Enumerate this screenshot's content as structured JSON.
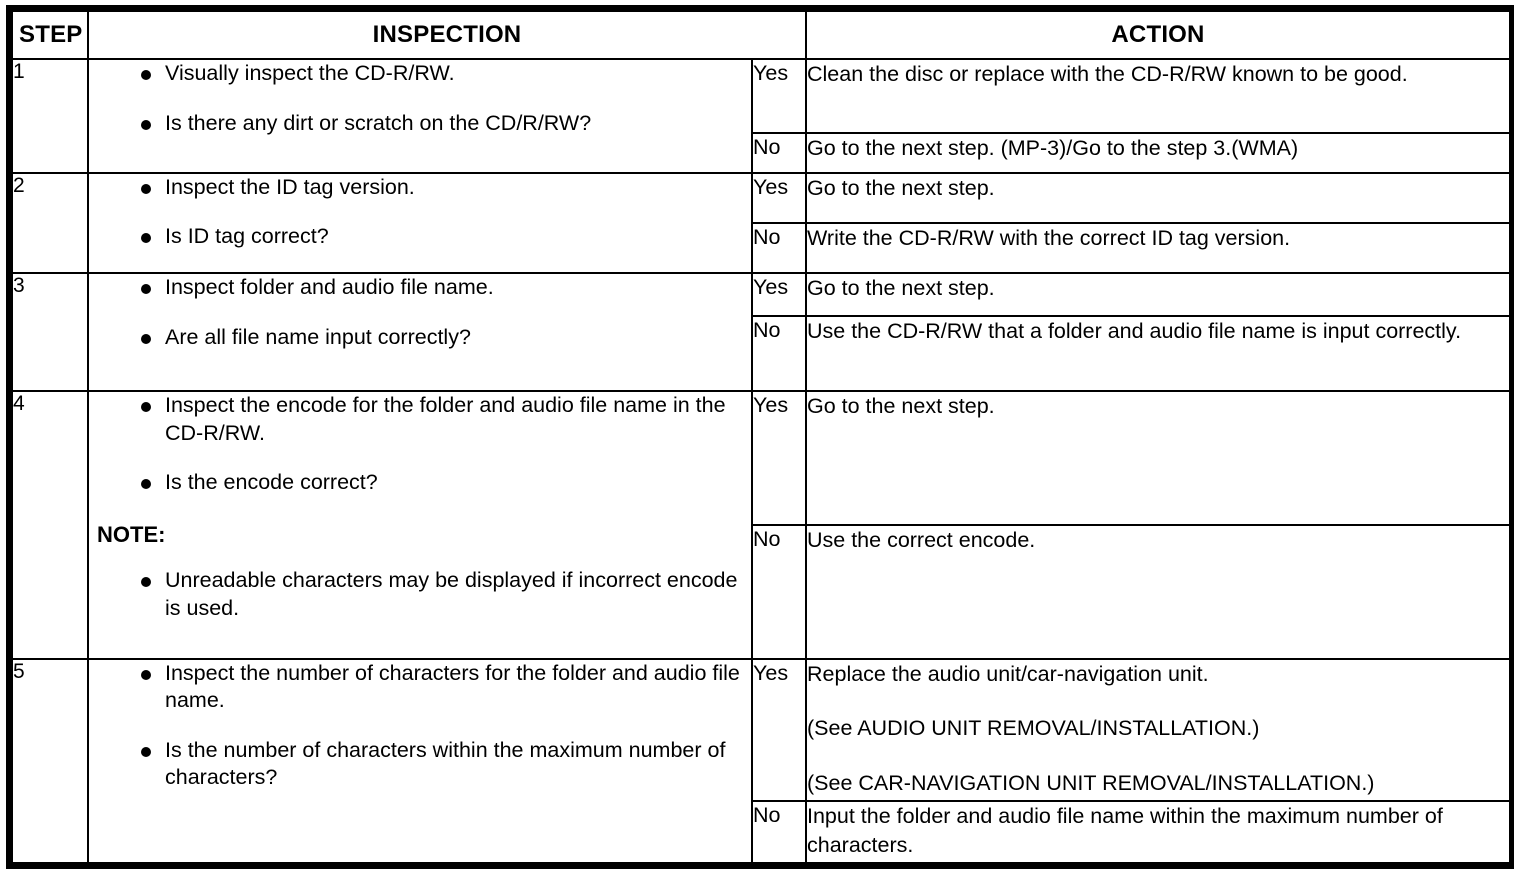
{
  "table": {
    "headers": {
      "step": "STEP",
      "inspection": "INSPECTION",
      "action": "ACTION"
    },
    "answer_labels": {
      "yes": "Yes",
      "no": "No"
    },
    "note_label": "NOTE:",
    "rows": [
      {
        "step": "1",
        "inspection_bullets": [
          "Visually inspect the CD-R/RW.",
          "Is there any dirt or scratch on the CD/R/RW?"
        ],
        "note": null,
        "note_bullets": [],
        "actions": [
          {
            "answer": "Yes",
            "lines": [
              "Clean the disc or replace with the CD-R/RW known to be good."
            ]
          },
          {
            "answer": "No",
            "lines": [
              "Go to the next step. (MP-3)/Go to the step 3.(WMA)"
            ]
          }
        ]
      },
      {
        "step": "2",
        "inspection_bullets": [
          "Inspect the ID tag version.",
          "Is ID tag correct?"
        ],
        "note": null,
        "note_bullets": [],
        "actions": [
          {
            "answer": "Yes",
            "lines": [
              "Go to the next step."
            ]
          },
          {
            "answer": "No",
            "lines": [
              "Write the CD-R/RW with the correct ID tag version."
            ]
          }
        ]
      },
      {
        "step": "3",
        "inspection_bullets": [
          "Inspect folder and audio file name.",
          "Are all file name input correctly?"
        ],
        "note": null,
        "note_bullets": [],
        "actions": [
          {
            "answer": "Yes",
            "lines": [
              "Go to the next step."
            ]
          },
          {
            "answer": "No",
            "lines": [
              "Use the CD-R/RW that a folder and audio file name is input correctly."
            ]
          }
        ]
      },
      {
        "step": "4",
        "inspection_bullets": [
          "Inspect the encode for the folder and audio file name in the CD-R/RW.",
          "Is the encode correct?"
        ],
        "note": "NOTE:",
        "note_bullets": [
          "Unreadable characters may be displayed if incorrect encode is used."
        ],
        "actions": [
          {
            "answer": "Yes",
            "lines": [
              "Go to the next step."
            ]
          },
          {
            "answer": "No",
            "lines": [
              "Use the correct encode."
            ]
          }
        ]
      },
      {
        "step": "5",
        "inspection_bullets": [
          "Inspect the number of characters for the folder and audio file name.",
          "Is the number of characters within the maximum number of characters?"
        ],
        "note": null,
        "note_bullets": [],
        "actions": [
          {
            "answer": "Yes",
            "lines": [
              "Replace the audio unit/car-navigation unit.",
              "(See AUDIO UNIT REMOVAL/INSTALLATION.)",
              "(See CAR-NAVIGATION UNIT REMOVAL/INSTALLATION.)"
            ]
          },
          {
            "answer": "No",
            "lines": [
              "Input the folder and audio file name within the maximum number of characters."
            ]
          }
        ]
      }
    ]
  },
  "colors": {
    "border": "#000000",
    "text": "#000000",
    "background": "#ffffff"
  }
}
